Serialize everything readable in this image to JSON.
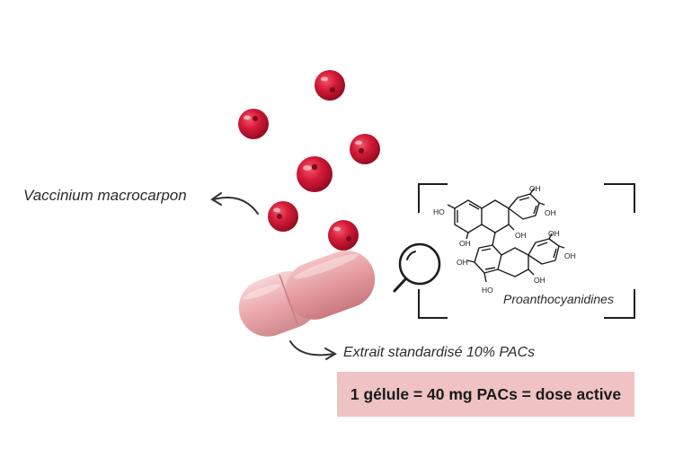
{
  "labels": {
    "species": "Vaccinium macrocarpon",
    "extract": "Extrait standardisé 10% PACs",
    "molecule": "Proanthocyanidines",
    "dose": "1 gélule = 40 mg PACs = dose active"
  },
  "molecule_atoms": [
    "HO",
    "OH",
    "OH",
    "OH",
    "OH",
    "OH",
    "OH",
    "OH",
    "HO",
    "OH"
  ],
  "icons": [
    "cranberry",
    "capsule",
    "magnifier-icon",
    "curved-arrow-icon",
    "molecule-structure"
  ],
  "colors": {
    "cranberry": "#c8102e",
    "capsule": "#e89a9e",
    "dose_box": "#efc3c3",
    "text": "#2b2b2b"
  }
}
